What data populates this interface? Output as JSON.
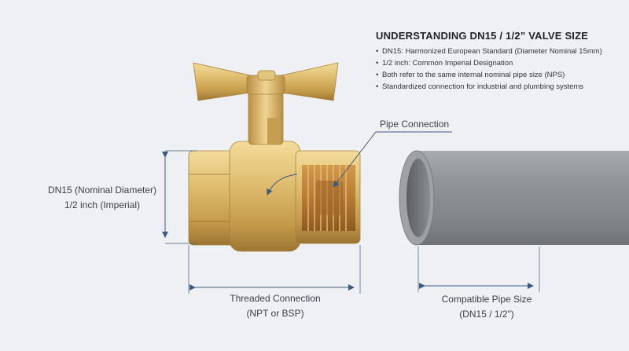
{
  "info": {
    "title": "UNDERSTANDING DN15 / 1/2” VALVE SIZE",
    "bullets": [
      "DN15: Harmonized European Standard (Diameter Nominal 15mm)",
      "1/2 inch: Common Imperial Designation",
      "Both refer to the same internal nominal pipe size (NPS)",
      "Standardized connection for industrial and plumbing systems"
    ]
  },
  "labels": {
    "dn_line1": "DN15 (Nominal Diameter)",
    "dn_line2": "1/2 inch (Imperial)",
    "pipe_connection": "Pipe Connection",
    "threaded_line1": "Threaded Connection",
    "threaded_line2": "(NPT or BSP)",
    "pipe_size_line1": "Compatible Pipe Size",
    "pipe_size_line2": "(DN15 / 1/2\")"
  },
  "colors": {
    "background": "#eef0f3",
    "brass": "#d8b566",
    "brass_dark": "#a8803a",
    "pipe_gray": "#8f9296",
    "dimension_line": "#3d5a80"
  }
}
